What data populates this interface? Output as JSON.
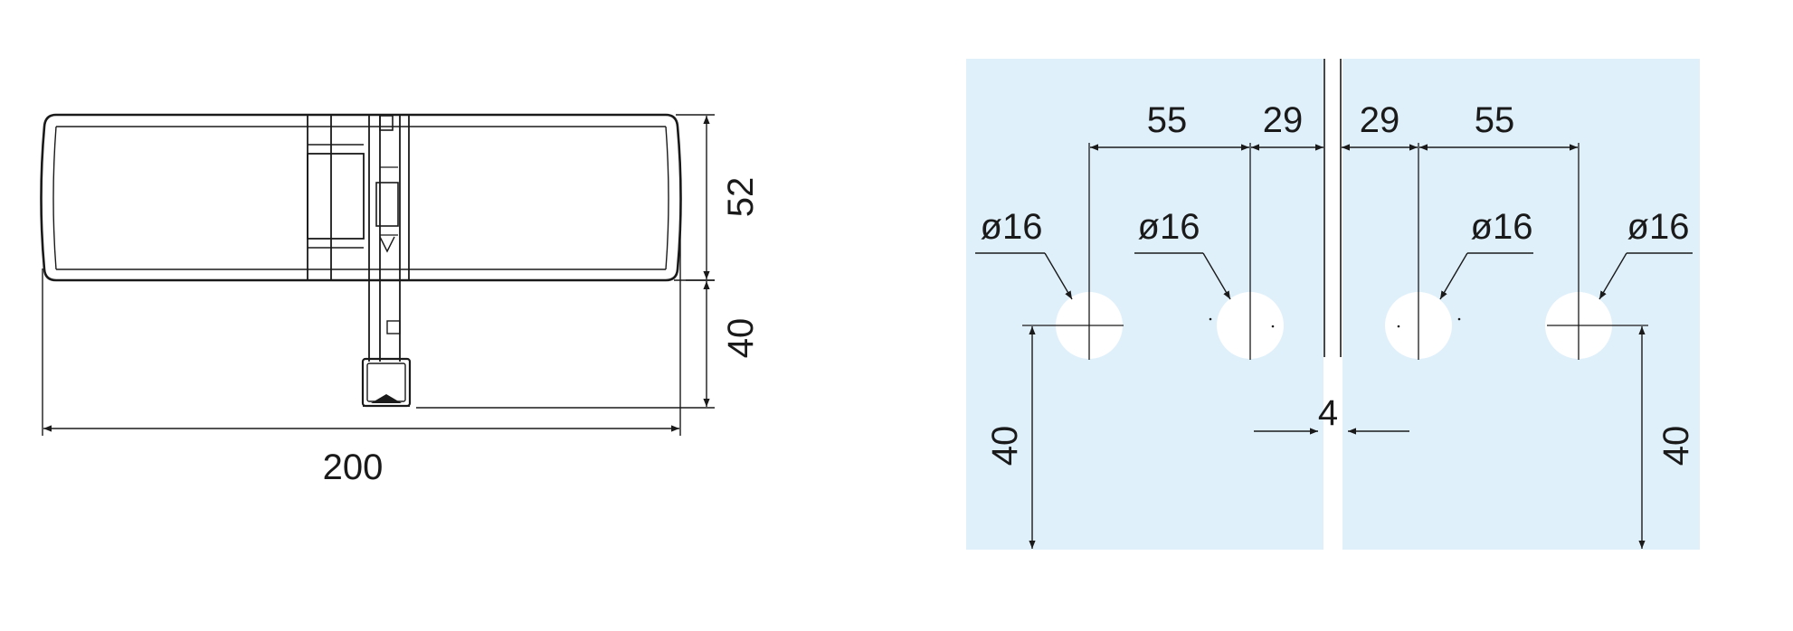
{
  "hinge_view": {
    "dim_width": "200",
    "dim_height": "52",
    "dim_drop": "40"
  },
  "glass_view": {
    "panel_color": "#dff0fb",
    "left_panel": {
      "dim_hole_spacing": "55",
      "dim_edge": "29",
      "dim_hole_height": "40",
      "hole_outer_label": "ø16",
      "hole_inner_label": "ø16"
    },
    "right_panel": {
      "dim_edge": "29",
      "dim_hole_spacing": "55",
      "dim_hole_height": "40",
      "hole_inner_label": "ø16",
      "hole_outer_label": "ø16"
    },
    "dim_gap": "4"
  }
}
